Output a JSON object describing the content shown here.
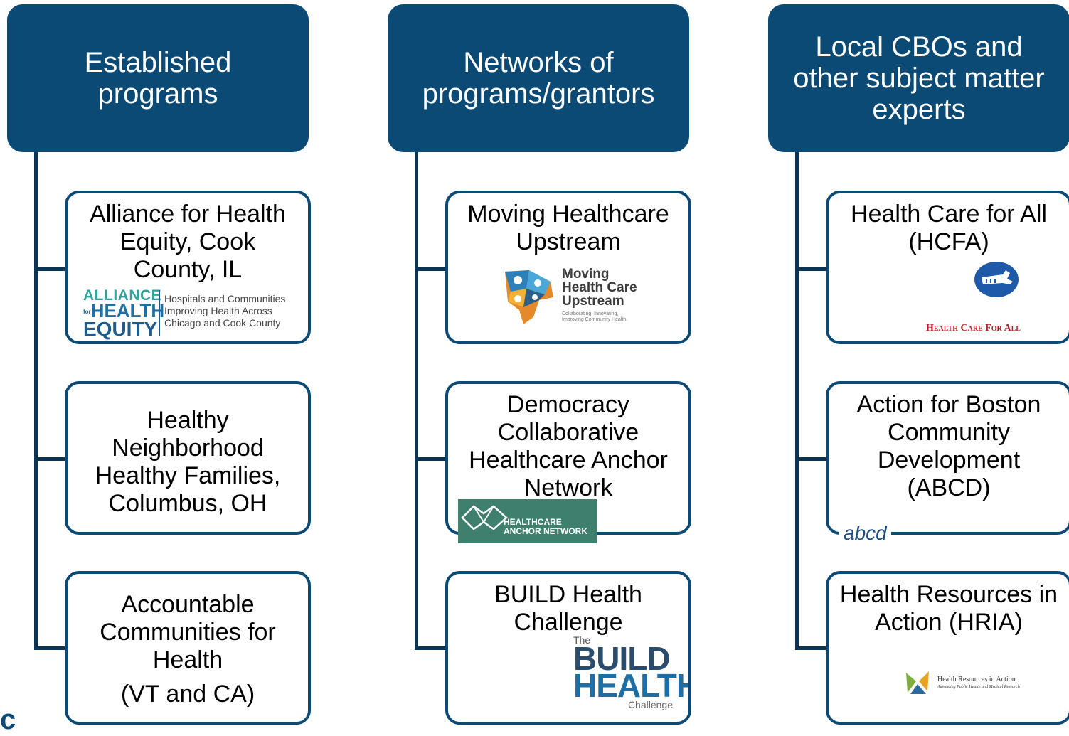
{
  "columns": [
    {
      "header": "Established programs",
      "cards": [
        {
          "title": "Alliance for Health Equity, Cook County, IL"
        },
        {
          "title": "Healthy Neighborhood Healthy Families, Columbus, OH"
        },
        {
          "title": "Accountable Communities for Health",
          "subtitle": "(VT and CA)"
        }
      ]
    },
    {
      "header": "Networks of programs/grantors",
      "cards": [
        {
          "title": "Moving Healthcare Upstream"
        },
        {
          "title": "Democracy Collaborative Healthcare Anchor Network"
        },
        {
          "title": "BUILD Health Challenge"
        }
      ]
    },
    {
      "header": "Local CBOs and other subject matter experts",
      "cards": [
        {
          "title": "Health Care for All (HCFA)"
        },
        {
          "title": "Action for Boston Community Development (ABCD)"
        },
        {
          "title": "Health Resources in Action (HRIA)"
        }
      ]
    }
  ],
  "logos": {
    "ahe": {
      "line1": "ALLIANCE",
      "line2": "HEALTH",
      "line3": "EQUITY",
      "small_for": "for",
      "tagline": [
        "Hospitals and Communities",
        "Improving Health Across",
        "Chicago and Cook County"
      ]
    },
    "mhu": {
      "title_lines": [
        "Moving",
        "Health Care",
        "Upstream"
      ],
      "tagline": [
        "Collaborating, Innovating,",
        "Improving Community Health."
      ]
    },
    "han": {
      "lines": [
        "HEALTHCARE",
        "ANCHOR NETWORK"
      ]
    },
    "build": {
      "the": "The",
      "line1": "BUILD",
      "line2": "HEALTH",
      "challenge": "Challenge"
    },
    "hcfa": {
      "text": "Health Care For All"
    },
    "abcd": {
      "text": "abcd"
    },
    "hria": {
      "name": "Health Resources in Action",
      "tagline": "Advancing Public Health and Medical Research"
    }
  },
  "colors": {
    "header_bg": "#0b4a75",
    "card_border": "#0b4a75",
    "connector": "#0b3454"
  }
}
